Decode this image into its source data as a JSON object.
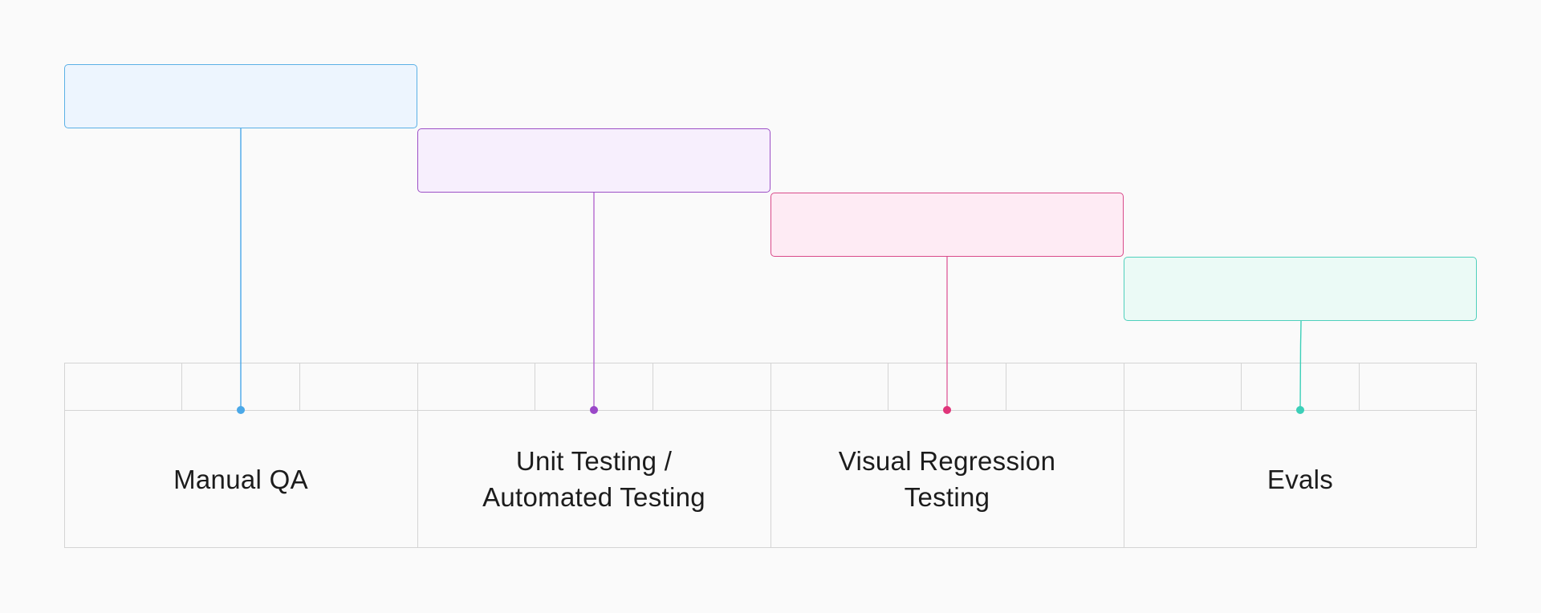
{
  "diagram": {
    "stages": [
      {
        "id": "manual-qa",
        "label": "Manual QA",
        "color": "#4aa8e8",
        "box_fill": "#edf5fe",
        "box_border": "#5ab0e6"
      },
      {
        "id": "unit-testing",
        "label": "Unit Testing /\nAutomated Testing",
        "color": "#9a48c8",
        "box_fill": "#f7effd",
        "box_border": "#9b4fc6"
      },
      {
        "id": "visual-regression",
        "label": "Visual Regression\nTesting",
        "color": "#e0357a",
        "box_fill": "#feebf4",
        "box_border": "#d94a8a"
      },
      {
        "id": "evals",
        "label": "Evals",
        "color": "#3ccfb8",
        "box_fill": "#ebfaf6",
        "box_border": "#4fd0bc"
      }
    ]
  }
}
